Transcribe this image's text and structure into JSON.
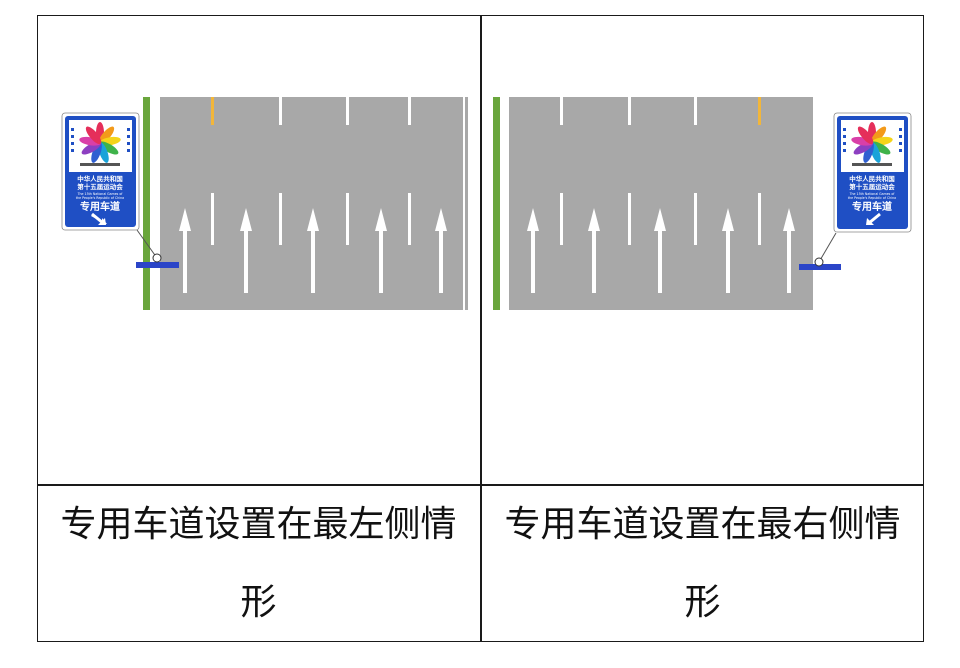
{
  "panels": [
    {
      "caption_line1": "专用车道设置在最左侧情",
      "caption_line2": "形",
      "sign": {
        "title_cn": "中华人民共和国",
        "subtitle_cn": "第十五届运动会",
        "title_en_1": "The 15th National Games of",
        "title_en_2": "the People's Republic of China",
        "lane_text": "专用车道",
        "arrow": "down-right-arrow"
      }
    },
    {
      "caption_line1": "专用车道设置在最右侧情",
      "caption_line2": "形",
      "sign": {
        "title_cn": "中华人民共和国",
        "subtitle_cn": "第十五届运动会",
        "title_en_1": "The 15th National Games of",
        "title_en_2": "the People's Republic of China",
        "lane_text": "专用车道",
        "arrow": "down-left-arrow"
      }
    }
  ],
  "colors": {
    "road": "#a8a8a8",
    "lane_marking": "#ffffff",
    "special_lane_marking": "#f2b63a",
    "green_strip": "#6aa63c",
    "sign_blue": "#1f4fc4",
    "sign_bar": "#2b45c8"
  }
}
